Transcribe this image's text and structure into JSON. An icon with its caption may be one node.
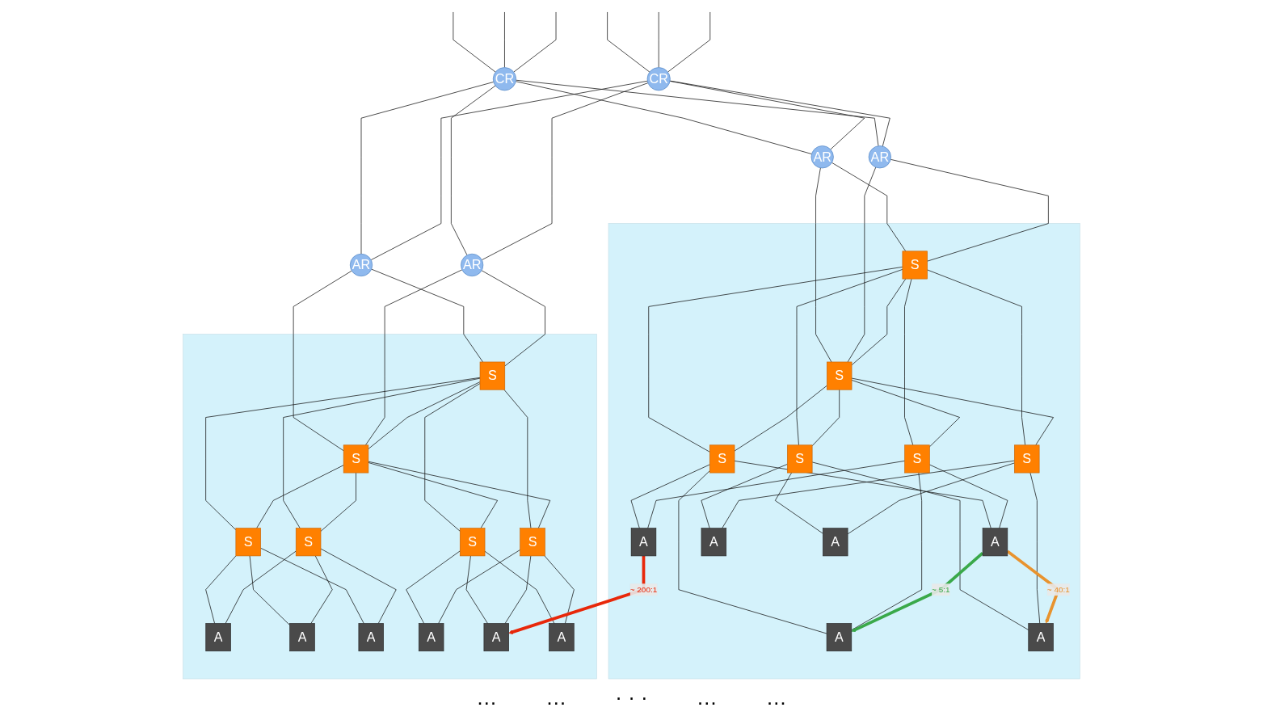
{
  "diagram": {
    "nodes": [
      {
        "text": [
          "CR"
        ]
      },
      {
        "text": [
          "CR"
        ]
      },
      {
        "text": [
          "AR"
        ]
      },
      {
        "text": [
          "AR"
        ]
      },
      {
        "text": [
          "AR"
        ]
      },
      {
        "text": [
          "AR"
        ]
      },
      {
        "text": [],
        "shape": "box"
      },
      {
        "text": [
          "S"
        ],
        "in": 6
      },
      {
        "text": [
          "S"
        ],
        "in": 6
      },
      {
        "text": [
          "S"
        ],
        "in": 6
      },
      {
        "text": [
          "S"
        ],
        "in": 6
      },
      {
        "text": [
          "S"
        ],
        "in": 6
      },
      {
        "text": [
          "S"
        ],
        "in": 6
      },
      {
        "text": [
          "A"
        ],
        "in": 6
      },
      {
        "text": [
          "A"
        ],
        "in": 6
      },
      {
        "text": [
          "A"
        ],
        "in": 6
      },
      {
        "text": [
          "A"
        ],
        "in": 6
      },
      {
        "text": [
          "A"
        ],
        "in": 6
      },
      {
        "text": [
          "A"
        ],
        "in": 6
      },
      {
        "text": [],
        "shape": "box"
      },
      {
        "text": [
          "S"
        ],
        "in": 19
      },
      {
        "text": [
          "S"
        ],
        "in": 19
      },
      {
        "text": [
          "S"
        ],
        "in": 19
      },
      {
        "text": [
          "S"
        ],
        "in": 19
      },
      {
        "text": [
          "S"
        ],
        "in": 19
      },
      {
        "text": [
          "S"
        ],
        "in": 19
      },
      {
        "text": [
          "A"
        ],
        "in": 19
      },
      {
        "text": [
          "A"
        ],
        "in": 19
      },
      {
        "text": [
          "A"
        ],
        "in": 19
      },
      {
        "text": [
          "A"
        ],
        "in": 19
      },
      {
        "text": [
          "A"
        ],
        "in": 19
      },
      {
        "text": [
          "A"
        ],
        "in": 19
      }
    ],
    "edges": [
      {
        "from": null,
        "to": 0,
        "arrow": "none"
      },
      {
        "from": null,
        "to": 0,
        "arrow": "none"
      },
      {
        "from": null,
        "to": 0,
        "arrow": "none"
      },
      {
        "from": null,
        "to": 1,
        "arrow": "none"
      },
      {
        "from": null,
        "to": 1,
        "arrow": "none"
      },
      {
        "from": null,
        "to": 1,
        "arrow": "none"
      },
      {
        "from": 0,
        "to": 2,
        "arrow": "none"
      },
      {
        "from": 0,
        "to": 3,
        "arrow": "none"
      },
      {
        "from": 0,
        "to": 4,
        "arrow": "none"
      },
      {
        "from": 0,
        "to": 5,
        "arrow": "none"
      },
      {
        "from": 1,
        "to": 2,
        "arrow": "none"
      },
      {
        "from": 1,
        "to": 3,
        "arrow": "none"
      },
      {
        "from": 1,
        "to": 4,
        "arrow": "none"
      },
      {
        "from": 1,
        "to": 5,
        "arrow": "none"
      },
      {
        "from": 2,
        "to": 7,
        "arrow": "none"
      },
      {
        "from": 2,
        "to": 8,
        "arrow": "none"
      },
      {
        "from": 3,
        "to": 7,
        "arrow": "none"
      },
      {
        "from": 3,
        "to": 8,
        "arrow": "none"
      },
      {
        "from": 4,
        "to": 20,
        "arrow": "none"
      },
      {
        "from": 4,
        "to": 21,
        "arrow": "none"
      },
      {
        "from": 5,
        "to": 20,
        "arrow": "none"
      },
      {
        "from": 5,
        "to": 21,
        "arrow": "none"
      },
      {
        "from": 7,
        "to": 8,
        "arrow": "none"
      },
      {
        "from": 20,
        "to": 21,
        "arrow": "none"
      },
      {
        "from": 7,
        "to": 9,
        "arrow": "none"
      },
      {
        "from": 7,
        "to": 10,
        "arrow": "none"
      },
      {
        "from": 7,
        "to": 11,
        "arrow": "none"
      },
      {
        "from": 7,
        "to": 12,
        "arrow": "none"
      },
      {
        "from": 8,
        "to": 9,
        "arrow": "none"
      },
      {
        "from": 8,
        "to": 10,
        "arrow": "none"
      },
      {
        "from": 8,
        "to": 11,
        "arrow": "none"
      },
      {
        "from": 8,
        "to": 12,
        "arrow": "none"
      },
      {
        "from": 20,
        "to": 22,
        "arrow": "none"
      },
      {
        "from": 20,
        "to": 23,
        "arrow": "none"
      },
      {
        "from": 20,
        "to": 24,
        "arrow": "none"
      },
      {
        "from": 20,
        "to": 25,
        "arrow": "none"
      },
      {
        "from": 21,
        "to": 22,
        "arrow": "none"
      },
      {
        "from": 21,
        "to": 23,
        "arrow": "none"
      },
      {
        "from": 21,
        "to": 24,
        "arrow": "none"
      },
      {
        "from": 21,
        "to": 25,
        "arrow": "none"
      },
      {
        "from": 9,
        "to": 13,
        "arrow": "none"
      },
      {
        "from": 9,
        "to": 14,
        "arrow": "none"
      },
      {
        "from": 9,
        "to": 15,
        "arrow": "none"
      },
      {
        "from": 10,
        "to": 13,
        "arrow": "none"
      },
      {
        "from": 10,
        "to": 14,
        "arrow": "none"
      },
      {
        "from": 10,
        "to": 15,
        "arrow": "none"
      },
      {
        "from": 11,
        "to": 16,
        "arrow": "none"
      },
      {
        "from": 11,
        "to": 17,
        "arrow": "none"
      },
      {
        "from": 11,
        "to": 18,
        "arrow": "none"
      },
      {
        "from": 12,
        "to": 16,
        "arrow": "none"
      },
      {
        "from": 12,
        "to": 17,
        "arrow": "none"
      },
      {
        "from": 12,
        "to": 18,
        "arrow": "none"
      },
      {
        "from": 22,
        "to": 26,
        "arrow": "none"
      },
      {
        "from": 22,
        "to": 27,
        "arrow": "none"
      },
      {
        "from": 22,
        "to": 28,
        "arrow": "none"
      },
      {
        "from": 23,
        "to": 26,
        "arrow": "none"
      },
      {
        "from": 23,
        "to": 27,
        "arrow": "none"
      },
      {
        "from": 23,
        "to": 28,
        "arrow": "none"
      },
      {
        "from": 24,
        "to": 29,
        "arrow": "none"
      },
      {
        "from": 24,
        "to": 30,
        "arrow": "none"
      },
      {
        "from": 24,
        "to": 31,
        "arrow": "none"
      },
      {
        "from": 25,
        "to": 29,
        "arrow": "none"
      },
      {
        "from": 25,
        "to": 30,
        "arrow": "none"
      },
      {
        "from": 25,
        "to": 31,
        "arrow": "none"
      },
      {
        "from": 13,
        "to": 30,
        "arrow": "to",
        "label": "~ 200:1",
        "style": "thick",
        "color": "#e8280a"
      },
      {
        "from": 14,
        "to": 18,
        "arrow": "to",
        "label": "~ 40:1",
        "style": "thick",
        "color": "#e8932e"
      },
      {
        "from": 14,
        "to": 15,
        "arrow": "to",
        "label": "~ 5:1",
        "style": "thick",
        "color": "#3aa94a"
      }
    ],
    "labels": [
      "…",
      "…",
      "· · ·",
      "…",
      "…"
    ]
  }
}
